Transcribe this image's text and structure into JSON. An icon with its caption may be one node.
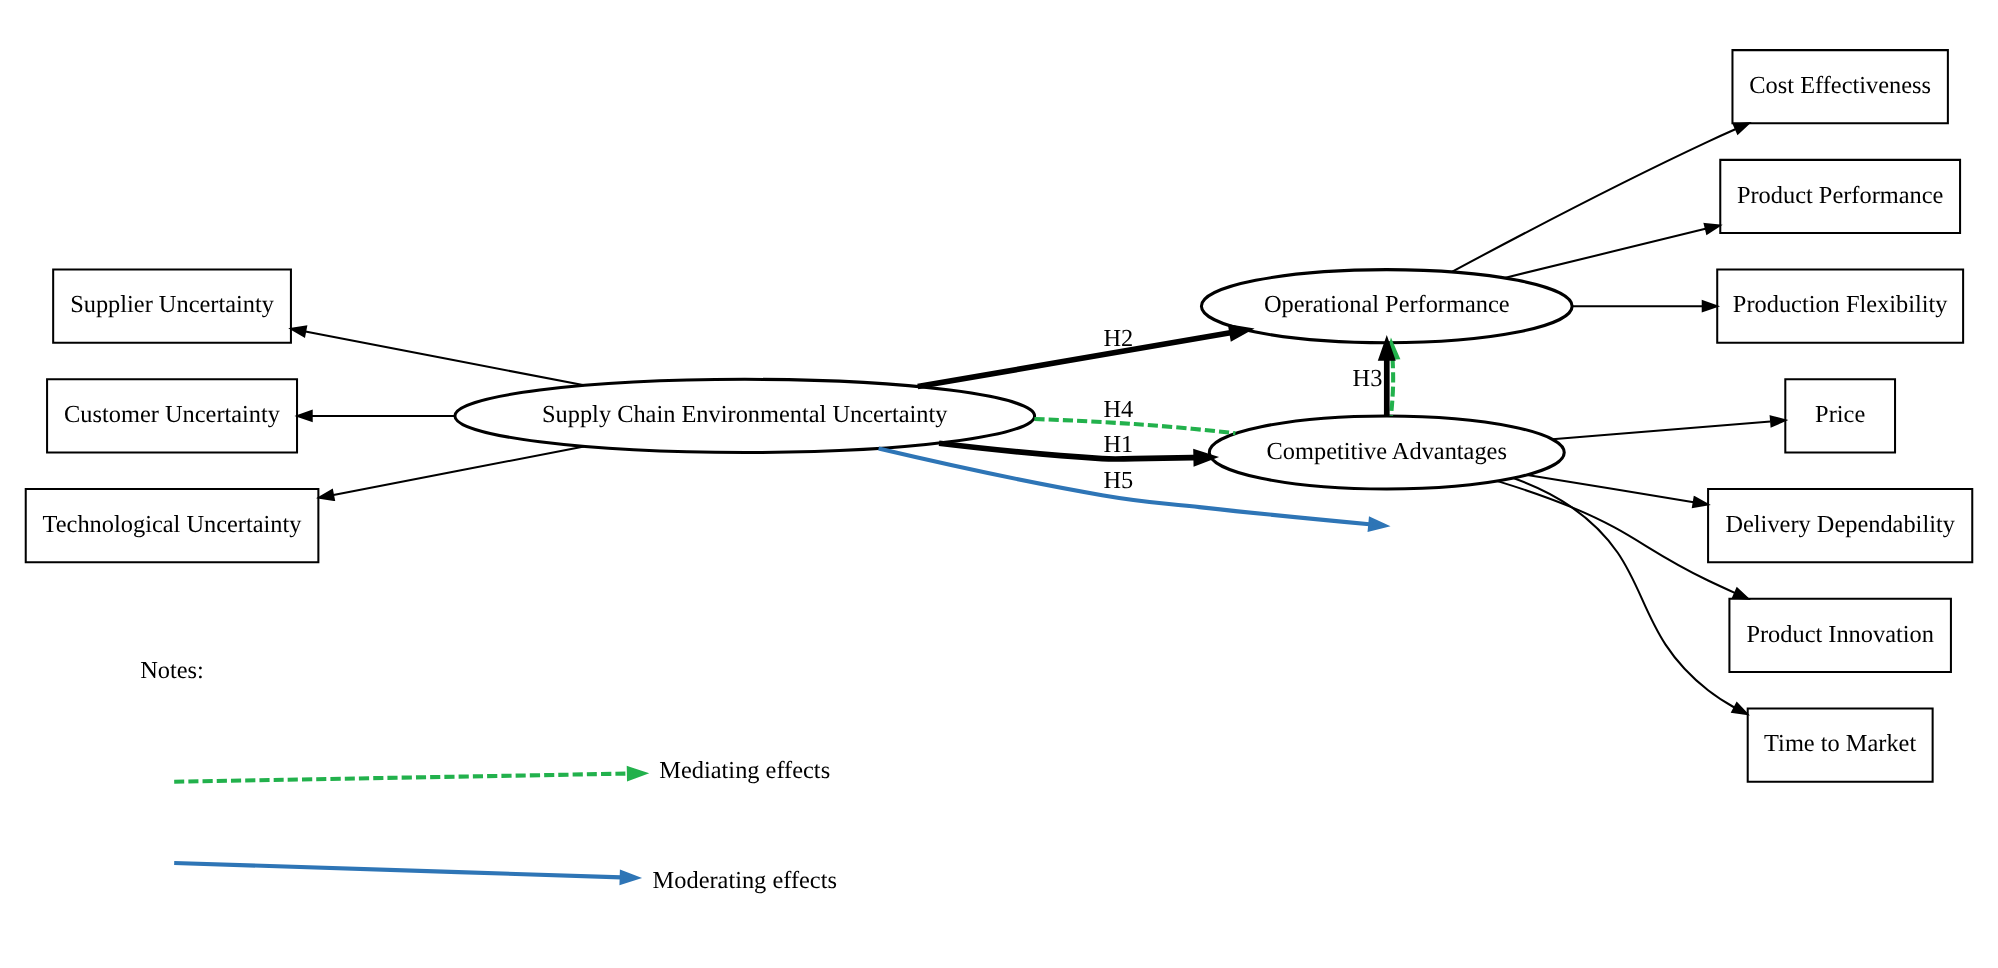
{
  "diagram": {
    "nodes": [
      {
        "text": [
          "Supply Chain Environmental Uncertainty"
        ]
      },
      {
        "text": [
          "Operational Performance"
        ]
      },
      {
        "text": [
          "Competitive Advantages"
        ]
      },
      {
        "text": [
          "Supplier Uncertainty"
        ]
      },
      {
        "text": [
          "Customer Uncertainty"
        ]
      },
      {
        "text": [
          "Technological Uncertainty"
        ]
      },
      {
        "text": [
          "Cost Effectiveness"
        ]
      },
      {
        "text": [
          "Product Performance"
        ]
      },
      {
        "text": [
          "Production Flexibility"
        ]
      },
      {
        "text": [
          "Price"
        ]
      },
      {
        "text": [
          "Delivery Dependability"
        ]
      },
      {
        "text": [
          "Product Innovation"
        ]
      },
      {
        "text": [
          "Time to Market"
        ]
      }
    ],
    "edges": [
      {
        "from": 0,
        "to": 3,
        "arrow": "to"
      },
      {
        "from": 0,
        "to": 4,
        "arrow": "to"
      },
      {
        "from": 0,
        "to": 5,
        "arrow": "to"
      },
      {
        "from": 0,
        "to": 1,
        "arrow": "to",
        "label": "H2",
        "style": "thick"
      },
      {
        "from": 0,
        "to": 2,
        "arrow": "none",
        "label": "H4",
        "style": "dashed",
        "color": "#22b14c"
      },
      {
        "from": 2,
        "to": 1,
        "arrow": "to",
        "style": "dashed",
        "color": "#22b14c"
      },
      {
        "from": 0,
        "to": null,
        "arrow": "to",
        "label": "H5",
        "color": "#2e75b6"
      },
      {
        "from": 2,
        "to": 1,
        "arrow": "to",
        "label": "H3",
        "style": "thick"
      },
      {
        "from": 0,
        "to": 2,
        "arrow": "to",
        "label": "H1",
        "style": "thick"
      },
      {
        "from": 1,
        "to": 6,
        "arrow": "to"
      },
      {
        "from": 1,
        "to": 7,
        "arrow": "to"
      },
      {
        "from": 1,
        "to": 8,
        "arrow": "to"
      },
      {
        "from": 2,
        "to": 9,
        "arrow": "to"
      },
      {
        "from": 2,
        "to": 10,
        "arrow": "to"
      },
      {
        "from": 2,
        "to": 11,
        "arrow": "to"
      },
      {
        "from": 2,
        "to": 12,
        "arrow": "to"
      }
    ],
    "labels": [
      "Notes:"
    ],
    "legend": [
      {
        "text": "Mediating effects"
      },
      {
        "text": "Moderating effects"
      }
    ]
  }
}
